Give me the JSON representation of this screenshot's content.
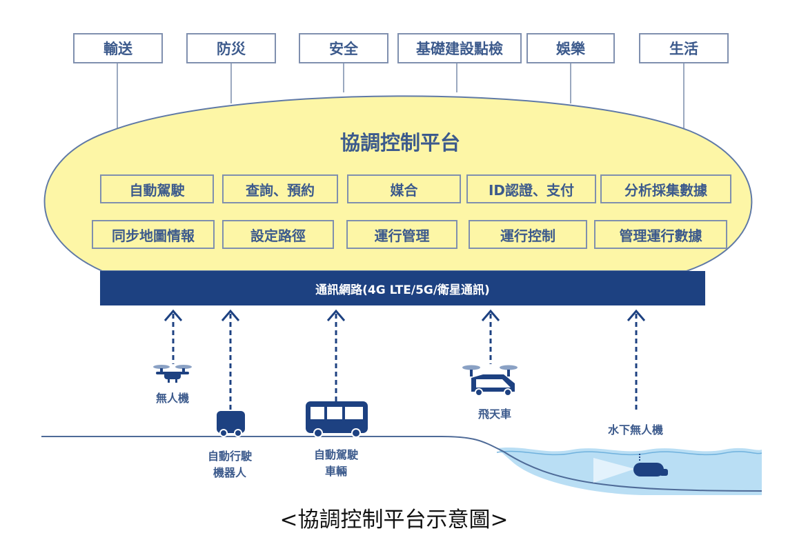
{
  "applications": [
    "輸送",
    "防災",
    "安全",
    "基礎建設點檢",
    "娛樂",
    "生活"
  ],
  "platform": {
    "title": "協調控制平台",
    "row1": [
      "自動駕駛",
      "查詢、預約",
      "媒合",
      "ID認證、支付",
      "分析採集數據"
    ],
    "row2": [
      "同步地圖情報",
      "設定路徑",
      "運行管理",
      "運行控制",
      "管理運行數據"
    ]
  },
  "network": {
    "label": "通訊網路(4G LTE/5G/衛星通訊)"
  },
  "vehicles": {
    "drone": "無人機",
    "robot_line1": "自動行駛",
    "robot_line2": "機器人",
    "bus_line1": "自動駕駛",
    "bus_line2": "車輛",
    "flying_car": "飛天車",
    "underwater_drone": "水下無人機"
  },
  "caption": "<協調控制平台示意圖>",
  "colors": {
    "navy": "#1d4181",
    "label_blue": "#3c5a8c",
    "box_border": "#7f8fae",
    "platform_fill": "#fdf6a6",
    "water": "#b9def4"
  }
}
